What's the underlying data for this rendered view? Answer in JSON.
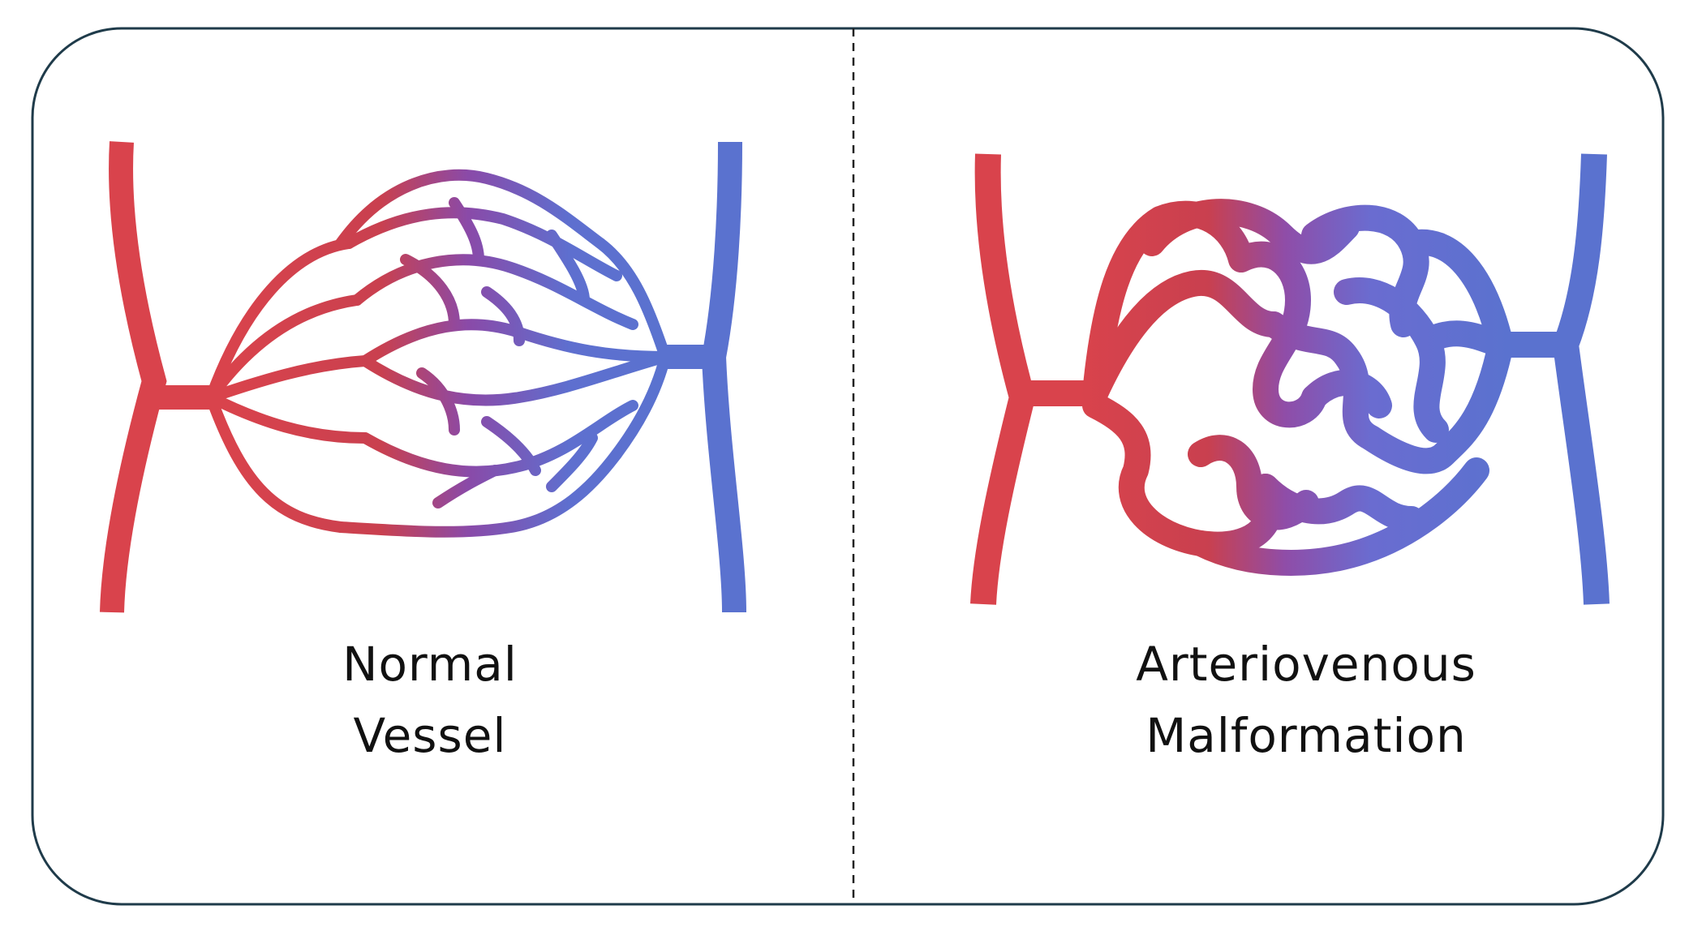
{
  "panels": {
    "normal": {
      "label_line1": "Normal",
      "label_line2": "Vessel"
    },
    "avm": {
      "label_line1": "Arteriovenous",
      "label_line2": "Malformation"
    }
  },
  "colors": {
    "artery": "#d9434c",
    "artery_dark": "#b8323b",
    "vein": "#5a72cf",
    "vein_dark": "#4459b3",
    "transition": "#8a4aa8",
    "frame_border": "#1f3b4a",
    "divider": "#222222",
    "background": "#ffffff"
  }
}
